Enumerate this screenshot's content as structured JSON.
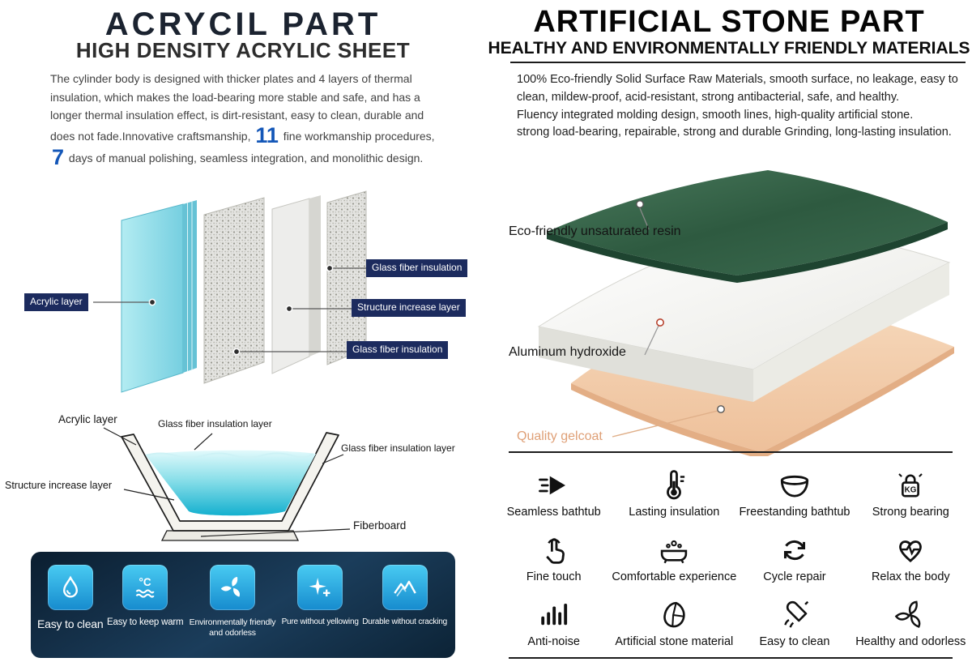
{
  "left": {
    "title": "ACRYCIL PART",
    "subtitle": "HIGH DENSITY ACRYLIC SHEET",
    "paragraph": {
      "part1": "The cylinder body is designed with thicker plates and 4 layers of thermal insulation, which makes the load-bearing more stable and safe, and has a longer thermal insulation effect, is dirt-resistant, easy to clean, durable and does not fade.Innovative craftsmanship, ",
      "num1": "11",
      "part2": " fine workmanship procedures, ",
      "num2": "7",
      "part3": " days of manual polishing, seamless integration, and monolithic design."
    },
    "layer_tags": {
      "acrylic": "Acrylic layer",
      "glass_top": "Glass fiber insulation",
      "structure": "Structure increase layer",
      "glass_bottom": "Glass fiber insulation"
    },
    "section_labels": {
      "acrylic": "Acrylic layer",
      "glass_left": "Glass fiber insulation layer",
      "glass_right": "Glass fiber insulation layer",
      "structure": "Structure increase layer",
      "fiberboard": "Fiberboard"
    },
    "footer_features": [
      {
        "icon": "water-drop-icon",
        "label": "Easy to clean"
      },
      {
        "icon": "temperature-waves-icon",
        "label": "Easy to keep warm"
      },
      {
        "icon": "trefoil-leaves-icon",
        "label": "Environmentally friendly and odorless"
      },
      {
        "icon": "sparkle-star-icon",
        "label": "Pure without yellowing"
      },
      {
        "icon": "mountain-line-icon",
        "label": "Durable without cracking"
      }
    ]
  },
  "right": {
    "title": "ARTIFICIAL STONE PART",
    "subtitle": "HEALTHY AND ENVIRONMENTALLY FRIENDLY MATERIALS",
    "paragraph_lines": [
      "100% Eco-friendly Solid Surface Raw Materials, smooth surface, no leakage, easy to clean, mildew-proof, acid-resistant, strong antibacterial, safe, and healthy.",
      "Fluency integrated molding design, smooth lines, high-quality artificial stone.",
      "strong load-bearing, repairable, strong and durable Grinding, long-lasting insulation."
    ],
    "diagram_labels": {
      "resin": "Eco-friendly unsaturated resin",
      "aluminum": "Aluminum hydroxide",
      "gelcoat": "Quality gelcoat"
    },
    "features": [
      {
        "icon": "speed-arrow-icon",
        "label": "Seamless bathtub"
      },
      {
        "icon": "thermometer-icon",
        "label": "Lasting insulation"
      },
      {
        "icon": "basin-icon",
        "label": "Freestanding bathtub"
      },
      {
        "icon": "kg-weight-icon",
        "label": "Strong bearing"
      },
      {
        "icon": "touch-finger-icon",
        "label": "Fine touch"
      },
      {
        "icon": "bathtub-icon",
        "label": "Comfortable experience"
      },
      {
        "icon": "cycle-arrows-icon",
        "label": "Cycle repair"
      },
      {
        "icon": "heartbeat-icon",
        "label": "Relax the body"
      },
      {
        "icon": "volume-bars-icon",
        "label": "Anti-noise"
      },
      {
        "icon": "stone-icon",
        "label": "Artificial stone material"
      },
      {
        "icon": "wipe-clean-icon",
        "label": "Easy to clean"
      },
      {
        "icon": "leaf-fan-icon",
        "label": "Healthy and odorless"
      }
    ]
  },
  "colors": {
    "tag_navy": "#1c2b5e",
    "accent_blue": "#1457b8",
    "footer_bg_dark": "#0c2034",
    "tile_cyan": "#2fb3e4",
    "acrylic_cyan": "#8edbe8",
    "resin_green": "#2e5a40",
    "gelcoat_peach": "#f3cfae",
    "gelcoat_label": "#dfa077"
  }
}
